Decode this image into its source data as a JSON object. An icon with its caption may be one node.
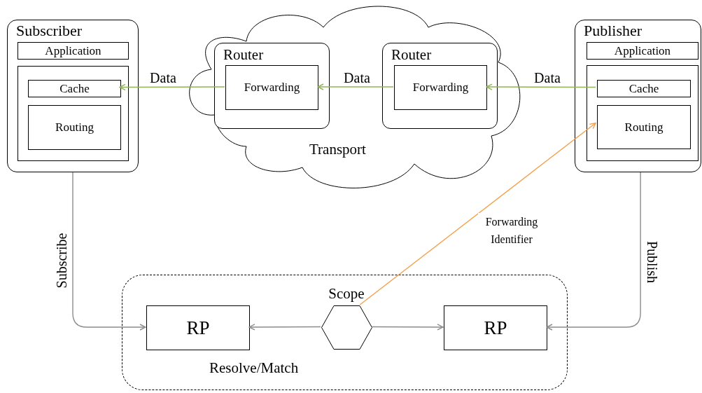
{
  "diagram": {
    "nodes": [
      {
        "text": [
          "Subscriber"
        ]
      },
      {
        "text": [
          "Application"
        ],
        "in": 0
      },
      {
        "text": [],
        "shape": "box",
        "in": 0
      },
      {
        "text": [
          "Cache"
        ],
        "in": 2
      },
      {
        "text": [
          "Routing"
        ],
        "in": 2
      },
      {
        "text": [
          "Transport"
        ]
      },
      {
        "text": [
          "Router"
        ],
        "in": 5
      },
      {
        "text": [
          "Forwarding"
        ],
        "in": 6
      },
      {
        "text": [
          "Router"
        ],
        "in": 5
      },
      {
        "text": [
          "Forwarding"
        ],
        "in": 8
      },
      {
        "text": [
          "Publisher"
        ]
      },
      {
        "text": [
          "Application"
        ],
        "in": 10
      },
      {
        "text": [],
        "shape": "box",
        "in": 10
      },
      {
        "text": [
          "Cache"
        ],
        "in": 12
      },
      {
        "text": [
          "Routing"
        ],
        "in": 12
      },
      {
        "text": [
          "Resolve/Match"
        ]
      },
      {
        "text": [
          "RP"
        ],
        "in": 15
      },
      {
        "text": [
          "Scope"
        ],
        "in": 15
      },
      {
        "text": [
          "RP"
        ],
        "in": 15
      }
    ],
    "edges": [
      {
        "from": 13,
        "to": 9,
        "arrow": "to",
        "label": "Data",
        "color": "#8fb35a"
      },
      {
        "from": 9,
        "to": 7,
        "arrow": "to",
        "label": "Data",
        "color": "#8fb35a"
      },
      {
        "from": 7,
        "to": 3,
        "arrow": "to",
        "label": "Data",
        "color": "#8fb35a"
      },
      {
        "from": 0,
        "to": 16,
        "arrow": "to",
        "label": "Subscribe",
        "color": "#8c8c8c"
      },
      {
        "from": 10,
        "to": 18,
        "arrow": "to",
        "label": "Publish",
        "color": "#8c8c8c"
      },
      {
        "from": 17,
        "to": 16,
        "arrow": "to",
        "color": "#8c8c8c"
      },
      {
        "from": 17,
        "to": 18,
        "arrow": "to",
        "color": "#8c8c8c"
      },
      {
        "from": 17,
        "to": 14,
        "arrow": "to",
        "label": "Forwarding Identifier",
        "color": "#f4a04a"
      }
    ]
  }
}
